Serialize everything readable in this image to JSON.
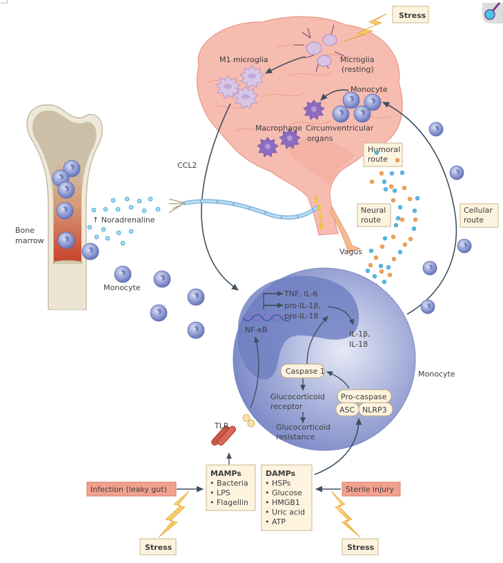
{
  "diagram": {
    "brain": {
      "m1_microglia": "M1 microglia",
      "microglia_resting": [
        "Microglia",
        "(resting)"
      ],
      "monocyte": "Monocyte",
      "macrophage": "Macrophage",
      "circumventricular": [
        "Circumventricular",
        "organs"
      ]
    },
    "stress_top": "Stress",
    "stress_left": "Stress",
    "stress_right": "Stress",
    "ccl2": "CCL2",
    "humoral_route": [
      "Humoral",
      "route"
    ],
    "neural_route": [
      "Neural",
      "route"
    ],
    "cellular_route": [
      "Cellular",
      "route"
    ],
    "vagus": "Vagus",
    "bone_marrow": [
      "Bone",
      "marrow"
    ],
    "noradrenaline": "↑ Noradrenaline",
    "monocyte_left": "Monocyte",
    "monocyte_cell_label": "Monocyte",
    "cell": {
      "tnf_il6": "TNF, IL-6",
      "pro_il1b": "pro-IL-1β,",
      "pro_il18": "pro-IL-18",
      "nfkb": "NF-κB",
      "il1b": "IL-1β,",
      "il18": "IL-18",
      "caspase1": "Caspase 1",
      "gc_receptor": [
        "Glucocorticoid",
        "receptor"
      ],
      "gc_resistance": [
        "Glucocorticoid",
        "resistance"
      ],
      "pro_caspase": "Pro-caspase",
      "asc": "ASC",
      "nlrp3": "NLRP3"
    },
    "tlr": "TLR",
    "mamps": {
      "title": "MAMPs",
      "items": [
        "• Bacteria",
        "• LPS",
        "• Flagellin"
      ]
    },
    "damps": {
      "title": "DAMPs",
      "items": [
        "• HSPs",
        "• Glucose",
        "• HMGB1",
        "• Uric acid",
        "• ATP"
      ]
    },
    "infection": "Infection (leaky gut)",
    "sterile_injury": "Sterile injury",
    "colors": {
      "label_box": "#fdf3df",
      "red_box": "#f2a08e",
      "brain": "#f6bcb0",
      "cell": "#9aa5d3",
      "nucleus": "#6f7fc0",
      "cytokine_orange": "#f0a35a",
      "cytokine_blue": "#58b8e6",
      "arrow": "#3e4f5e"
    }
  }
}
